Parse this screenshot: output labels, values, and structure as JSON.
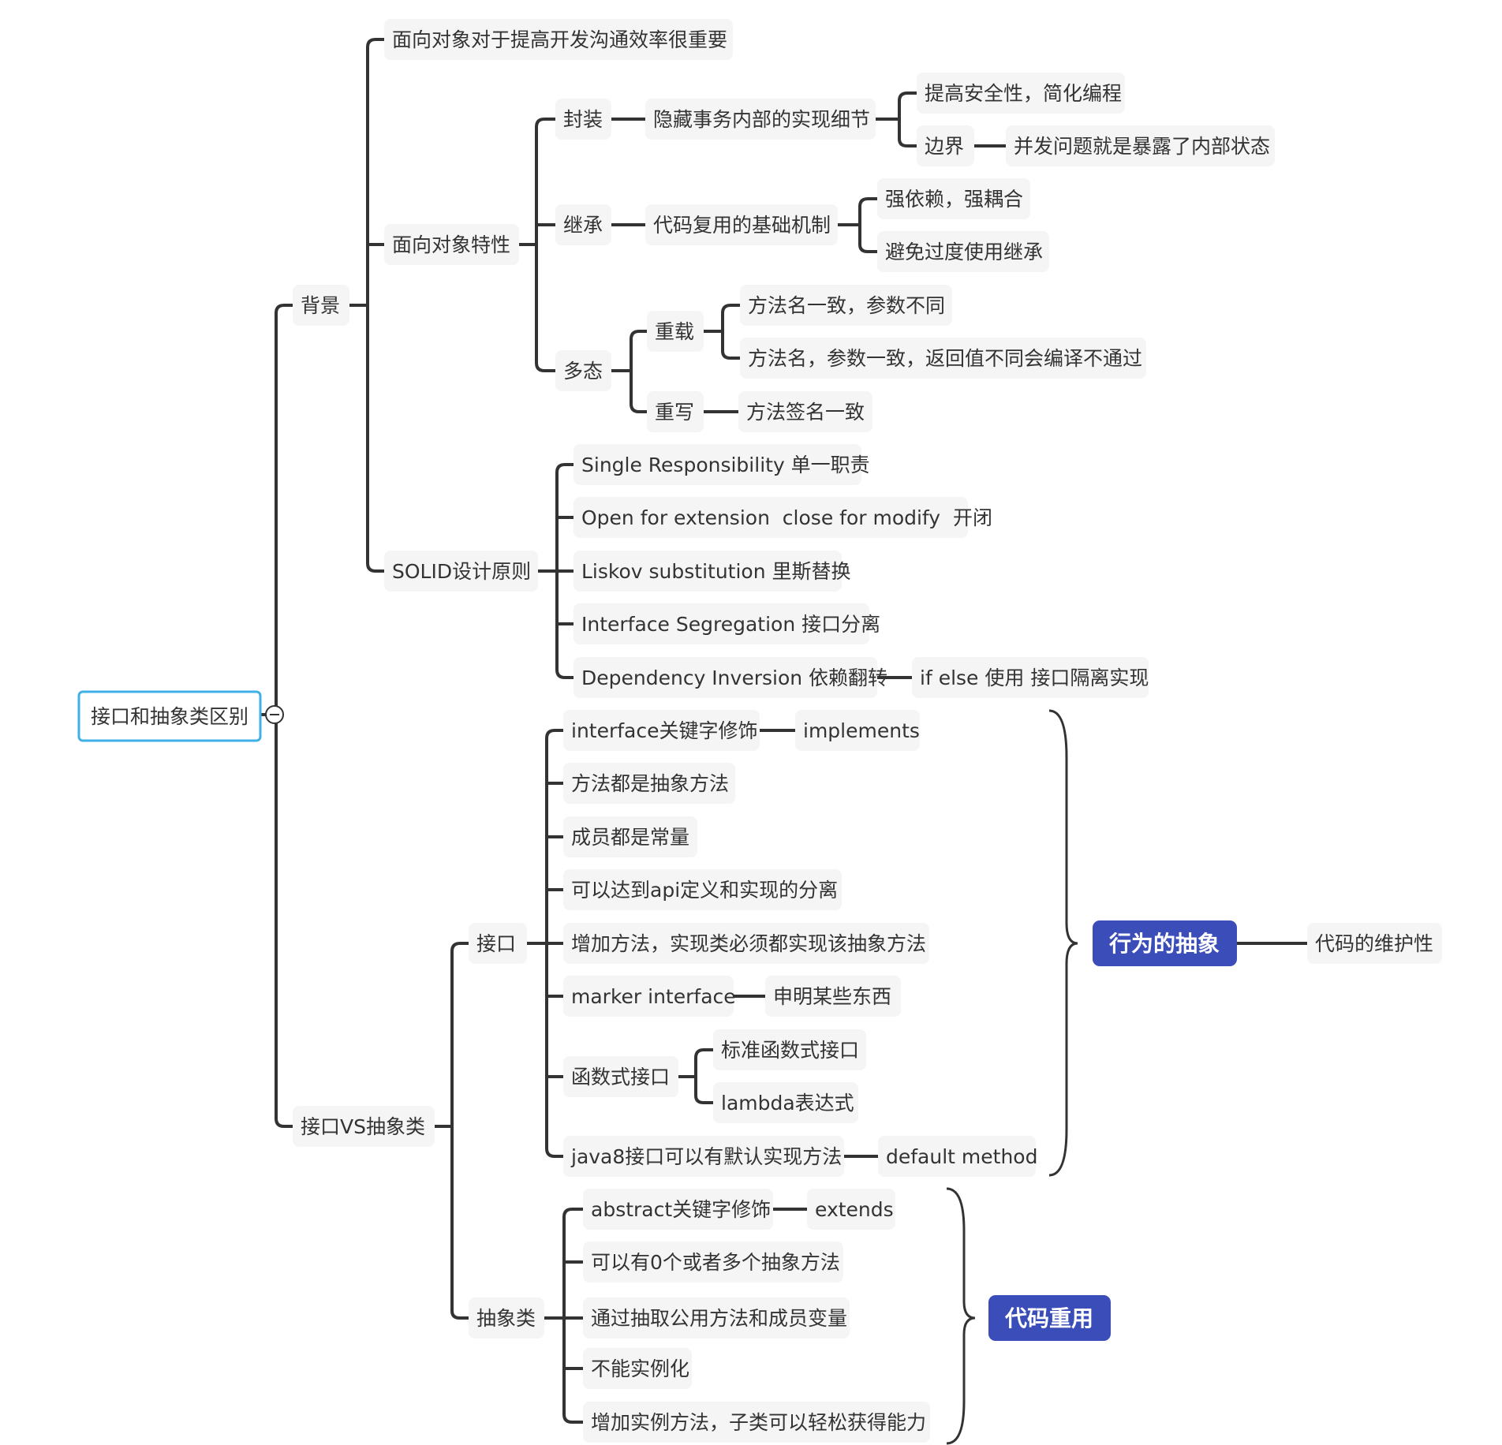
{
  "root": {
    "label": "接口和抽象类区别"
  },
  "background": {
    "label": "背景",
    "oop_efficiency": "面向对象对于提高开发沟通效率很重要",
    "oop_features": {
      "label": "面向对象特性",
      "encapsulation": {
        "label": "封装",
        "detail": "隐藏事务内部的实现细节",
        "points": [
          "提高安全性，简化编程",
          "边界"
        ],
        "boundary_detail": "并发问题就是暴露了内部状态"
      },
      "inheritance": {
        "label": "继承",
        "detail": "代码复用的基础机制",
        "points": [
          "强依赖，强耦合",
          "避免过度使用继承"
        ]
      },
      "polymorphism": {
        "label": "多态",
        "overload": {
          "label": "重载",
          "points": [
            "方法名一致，参数不同",
            "方法名，参数一致，返回值不同会编译不通过"
          ]
        },
        "override": {
          "label": "重写",
          "detail": "方法签名一致"
        }
      }
    },
    "solid": {
      "label": "SOLID设计原则",
      "items": [
        "Single Responsibility 单一职责",
        "Open for extension  close for modify  开闭",
        "Liskov substitution 里斯替换",
        "Interface Segregation 接口分离",
        "Dependency Inversion 依赖翻转"
      ],
      "dip_detail": "if else 使用 接口隔离实现"
    }
  },
  "compare": {
    "label": "接口VS抽象类",
    "interface": {
      "label": "接口",
      "items": [
        "interface关键字修饰",
        "方法都是抽象方法",
        "成员都是常量",
        "可以达到api定义和实现的分离",
        "增加方法，实现类必须都实现该抽象方法",
        "marker interface",
        "函数式接口",
        "java8接口可以有默认实现方法"
      ],
      "keyword_detail": "implements",
      "marker_detail": "申明某些东西",
      "functional_points": [
        "标准函数式接口",
        "lambda表达式"
      ],
      "java8_detail": "default method",
      "summary_tag": "行为的抽象",
      "summary_detail": "代码的维护性"
    },
    "abstract_class": {
      "label": "抽象类",
      "items": [
        "abstract关键字修饰",
        "可以有0个或者多个抽象方法",
        "通过抽取公用方法和成员变量",
        "不能实例化",
        "增加实例方法，子类可以轻松获得能力"
      ],
      "keyword_detail": "extends",
      "summary_tag": "代码重用"
    }
  },
  "colors": {
    "root_border": "#3fb0e8",
    "tag_fill": "#3a4db8",
    "line": "#333333",
    "node_fill": "#f5f5f5"
  }
}
